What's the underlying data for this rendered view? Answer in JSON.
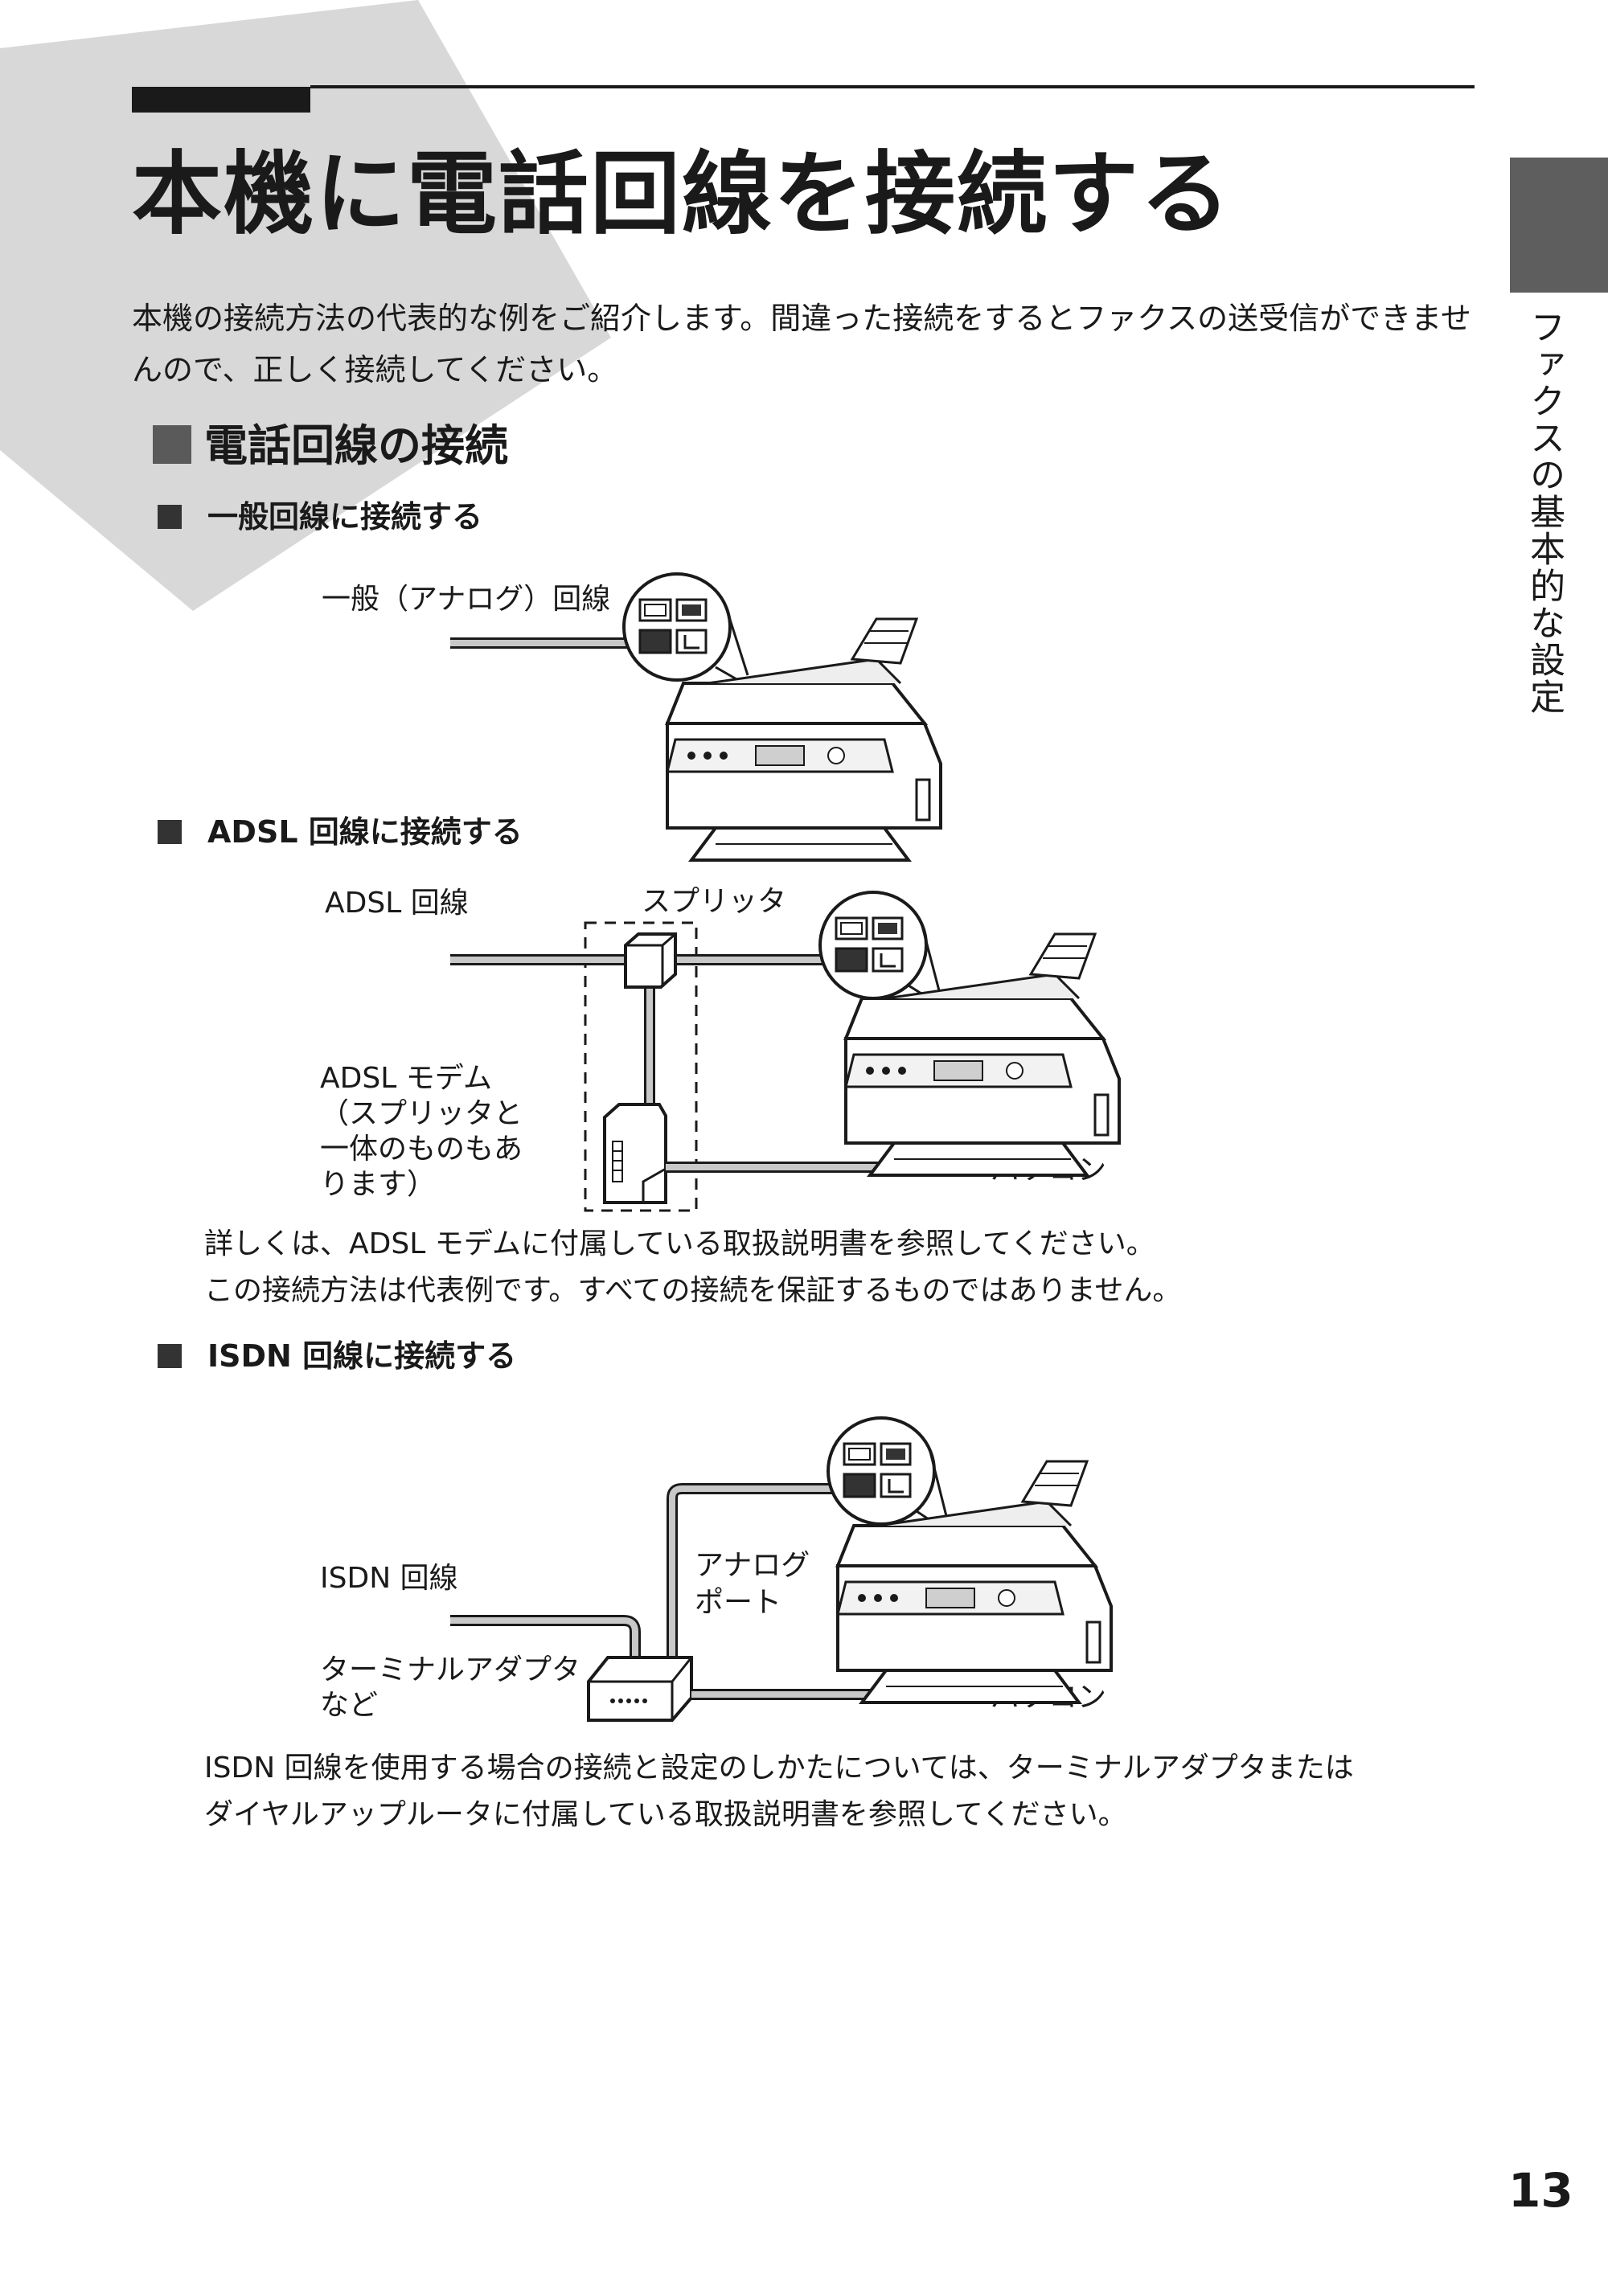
{
  "page": {
    "title": "本機に電話回線を接続する",
    "intro": "本機の接続方法の代表的な例をご紹介します。間違った接続をするとファクスの送受信ができませんので、正しく接続してください。",
    "section_title": "電話回線の接続",
    "side_tab_label": "ファクスの基本的な設定",
    "page_number": "13"
  },
  "analog": {
    "heading": "一般回線に接続する",
    "line_label": "一般（アナログ）回線"
  },
  "adsl": {
    "heading": "ADSL 回線に接続する",
    "line_label": "ADSL 回線",
    "splitter_label": "スプリッタ",
    "modem_label_1": "ADSL モデム",
    "modem_label_2": "（スプリッタと",
    "modem_label_3": "一体のものもあ",
    "modem_label_4": "ります）",
    "pc_label": "パソコン",
    "note_1": "詳しくは、ADSL モデムに付属している取扱説明書を参照してください。",
    "note_2": "この接続方法は代表例です。すべての接続を保証するものではありません。"
  },
  "isdn": {
    "heading": "ISDN 回線に接続する",
    "line_label": "ISDN 回線",
    "port_label_1": "アナログ",
    "port_label_2": "ポート",
    "ta_label_1": "ターミナルアダプタ",
    "ta_label_2": "など",
    "pc_label": "パソコン",
    "note_1": "ISDN 回線を使用する場合の接続と設定のしかたについては、ターミナルアダプタまたは",
    "note_2": "ダイヤルアップルータに付属している取扱説明書を参照してください。"
  },
  "colors": {
    "background_shape": "#d8d8d8",
    "cable": "#c8c8c8",
    "cable_outline": "#1a1a1a",
    "tab": "#5e5e5e",
    "text": "#1a1a1a"
  }
}
